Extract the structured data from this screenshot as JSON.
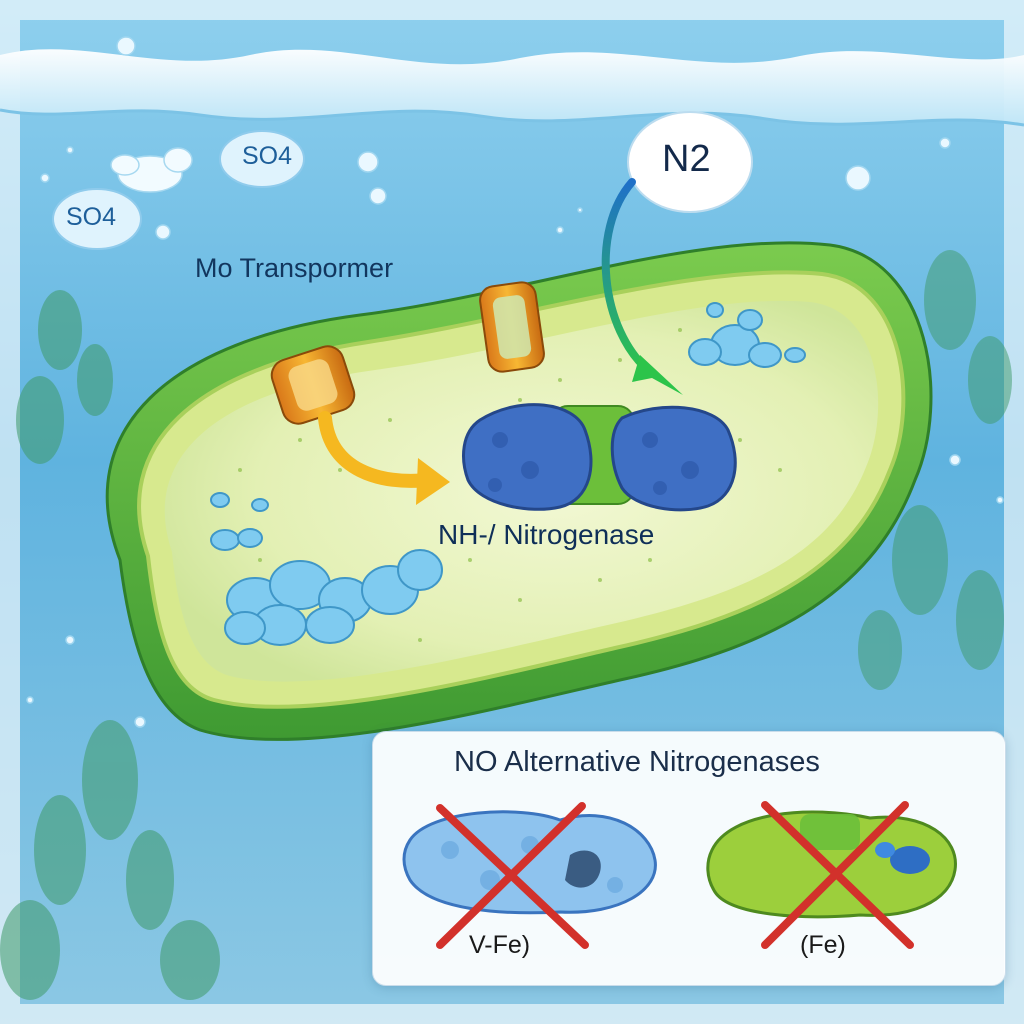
{
  "labels": {
    "so4_top": "SO4",
    "so4_left": "SO4",
    "n2": "N2",
    "mo_transporter": "Mo Transpormer",
    "nitrogenase": "NH-/ Nitrogenase"
  },
  "panel": {
    "title": "NO Alternative Nitrogenases",
    "items": [
      {
        "label": "V-Fe)",
        "status": "crossed-out"
      },
      {
        "label": "(Fe)",
        "status": "crossed-out"
      }
    ]
  },
  "colors": {
    "water": "#4aa6d6",
    "cell_wall": "#6cc04a",
    "cytoplasm": "#e6f2b8",
    "nitrogenase_blue": "#3f6fc4",
    "nitrogenase_green": "#6cbf3a",
    "transporter": "#f0a020",
    "arrow_mo": "#f5b820",
    "cross": "#d2312b"
  }
}
